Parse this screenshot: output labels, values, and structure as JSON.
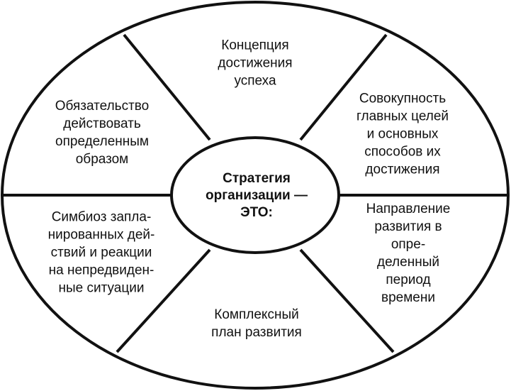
{
  "center": {
    "text": "Стратегия\nорганизации —\nЭТО:"
  },
  "segments": [
    {
      "id": "top",
      "text": "Концепция\nдостижения\nуспеха"
    },
    {
      "id": "upper-right",
      "text": "Совокупность\nглавных целей\nи основных\nспособов их\nдостижения"
    },
    {
      "id": "lower-right",
      "text": "Направление\nразвития в опре-\nделенный период\nвремени"
    },
    {
      "id": "bottom",
      "text": "Комплексный\nплан развития"
    },
    {
      "id": "lower-left",
      "text": "Симбиоз запла-\nнированных дей-\nствий и реакции\nна непредвиден-\nные ситуации"
    },
    {
      "id": "upper-left",
      "text": "Обязательство\nдействовать\nопределенным\nобразом"
    }
  ],
  "colors": {
    "stroke": "#111111",
    "background": "#ffffff"
  }
}
